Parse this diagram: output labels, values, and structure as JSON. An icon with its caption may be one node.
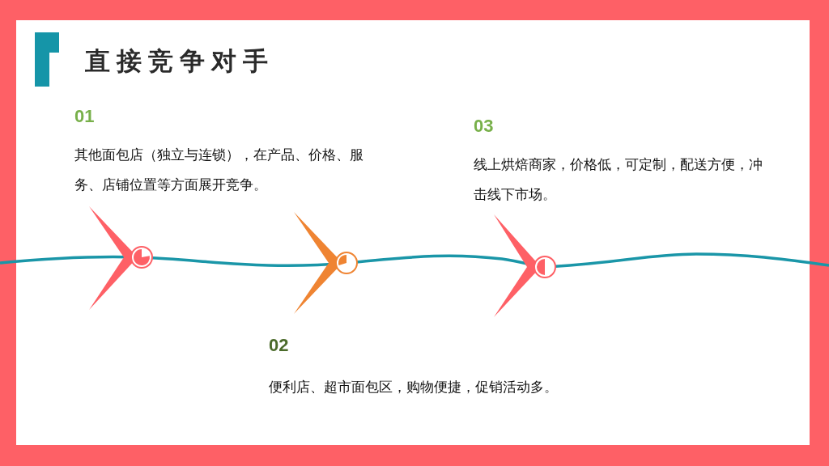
{
  "diagram": {
    "title": "直接竞争对手",
    "labels": [
      "01",
      "其他面包店（独立与连锁），在产品、价格、服务、店铺位置等方面展开竞争。",
      "03",
      "线上烘焙商家，价格低，可定制，配送方便，冲击线下市场。",
      "02",
      "便利店、超市面包区，购物便捷，促销活动多。"
    ]
  }
}
